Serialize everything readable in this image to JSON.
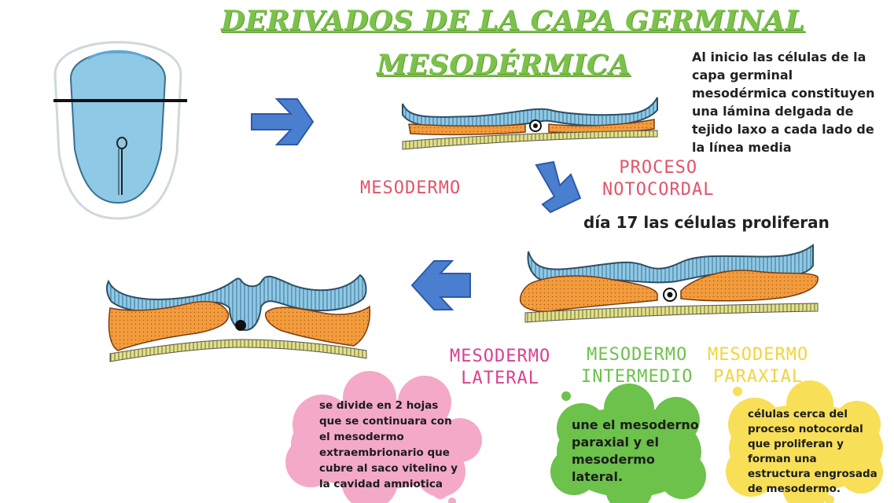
{
  "title": {
    "line1": "DERIVADOS DE LA CAPA GERMINAL",
    "line2": "MESODÉRMICA"
  },
  "intro_text": "Al inicio las células de la capa germinal mesodérmica constituyen una lámina delgada de tejido laxo a cada lado de la línea media",
  "day17_text": "día 17 las células proliferan",
  "labels": {
    "mesodermo": "MESODERMO",
    "proceso_l1": "PROCESO",
    "proceso_l2": "NOTOCORDAL",
    "lateral_l1": "MESODERMO",
    "lateral_l2": "LATERAL",
    "intermedio_l1": "MESODERMO",
    "intermedio_l2": "INTERMEDIO",
    "paraxial_l1": "MESODERMO",
    "paraxial_l2": "PARAXIAL"
  },
  "clouds": {
    "lateral": "se divide en 2 hojas que se continuara con el mesodermo extraembrionario  que cubre al saco vitelino y la cavidad amniotica",
    "intermedio": "une el mesoderno paraxial y el mesodermo lateral.",
    "paraxial": "células cerca del proceso notocordal que proliferan y forman una estructura engrosada de mesodermo."
  },
  "colors": {
    "title_green": "#7cc24a",
    "ectoderm_blue": "#8ec9e6",
    "mesoderm_orange": "#f39c3c",
    "endoderm_yellow": "#d8d66a",
    "arrow_blue": "#4a7fd0",
    "cloud_pink": "#f4a9c8",
    "cloud_green": "#6cc24a",
    "cloud_yellow": "#f7df58",
    "label_red": "#e0556a",
    "label_magenta": "#d9418f",
    "label_green": "#6cc24a",
    "label_yellow": "#f2d53a"
  }
}
